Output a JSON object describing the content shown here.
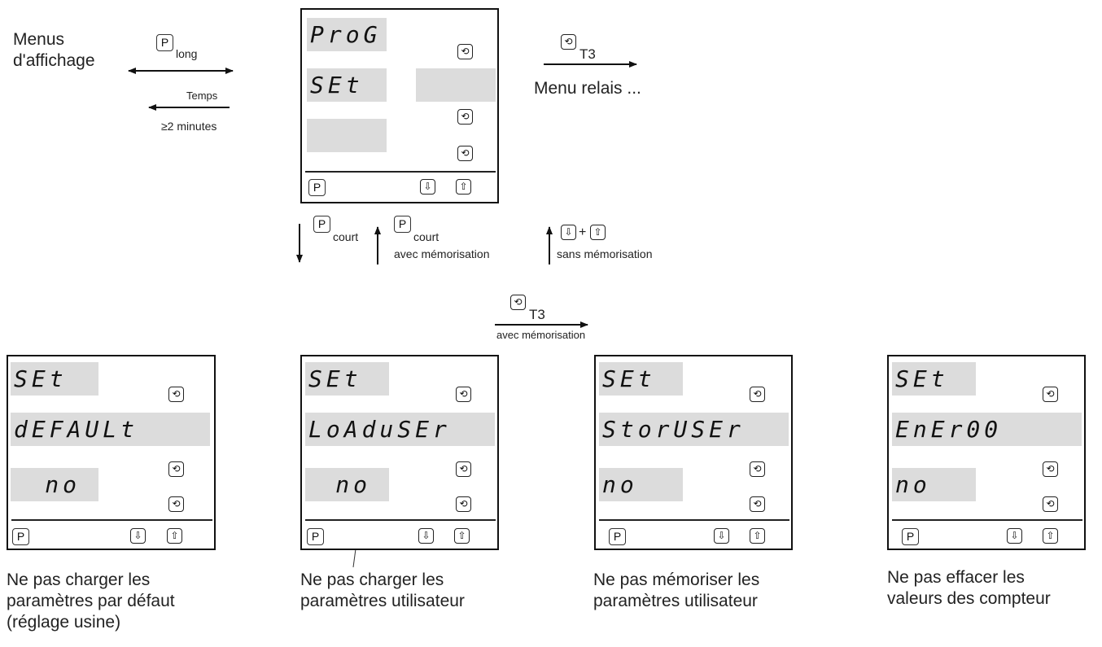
{
  "left_menu": {
    "title_line1": "Menus",
    "title_line2": "d'affichage",
    "p_long_key": "P",
    "p_long_label": "long",
    "temps_label": "Temps",
    "minutes_label": "≥2 minutes"
  },
  "top_panel": {
    "line1": "ProG",
    "line2": "SEt",
    "line3": "",
    "p_key": "P"
  },
  "relais": {
    "key_label": "T3",
    "text": "Menu relais ..."
  },
  "transitions": {
    "p_court_key": "P",
    "p_court_label": "court",
    "p_court_back_key": "P",
    "p_court_back_label": "court",
    "avec_memorisation": "avec mémorisation",
    "plus": "+",
    "sans_memorisation": "sans mémorisation",
    "t3_label": "T3",
    "t3_avec_memorisation": "avec mémorisation"
  },
  "panels": [
    {
      "line1": "SEt",
      "line2": "dEFAULt",
      "line3": "no",
      "p_key": "P",
      "caption": [
        "Ne pas charger les",
        "paramètres par défaut",
        "(réglage usine)"
      ]
    },
    {
      "line1": "SEt",
      "line2": "LoAduSEr",
      "line3": "no",
      "p_key": "P",
      "caption": [
        "Ne pas charger les",
        "paramètres utilisateur"
      ]
    },
    {
      "line1": "SEt",
      "line2": "StorUSEr",
      "line3": "no",
      "p_key": "P",
      "caption": [
        "Ne pas mémoriser les",
        "paramètres utilisateur"
      ]
    },
    {
      "line1": "SEt",
      "line2": "EnEr00",
      "line3": "no",
      "p_key": "P",
      "caption": [
        "Ne pas effacer les",
        "valeurs des compteur"
      ]
    }
  ],
  "icons": {
    "cycle": "cycle-key-icon",
    "down": "down-key-icon",
    "up": "up-key-icon"
  }
}
